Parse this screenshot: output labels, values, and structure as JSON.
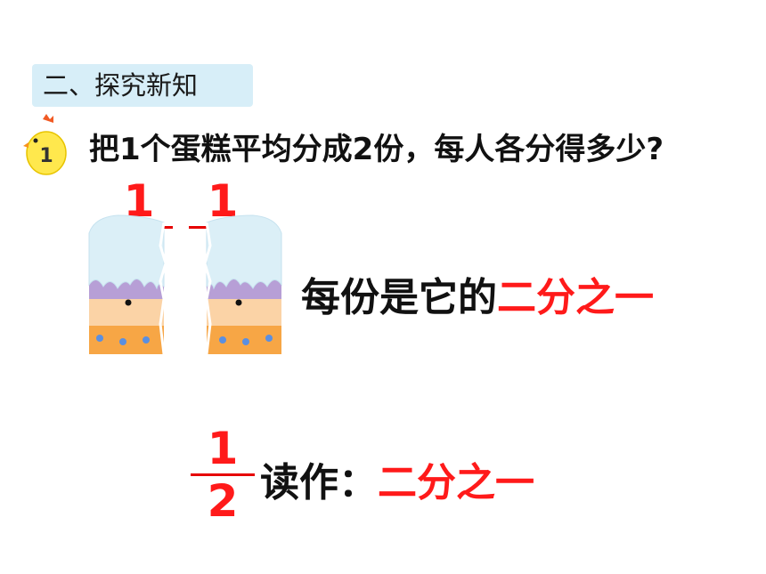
{
  "section_tag": "二、探究新知",
  "problem": {
    "number": "1",
    "text": "把1个蛋糕平均分成2份，每人各分得多少?"
  },
  "fraction": {
    "numerator": "1",
    "denominator": "2"
  },
  "statement": {
    "prefix": "每份是它的",
    "highlight": "二分之一"
  },
  "reading": {
    "prefix": "读作：",
    "highlight": "二分之一"
  },
  "colors": {
    "accent_red": "#ff1a1a",
    "tag_bg": "#d7eef8",
    "icing": "#dbeff7",
    "purple": "#b79fd6",
    "peach": "#fbd3a6",
    "orange": "#f7a645",
    "dot_blue": "#5b8fe0"
  }
}
